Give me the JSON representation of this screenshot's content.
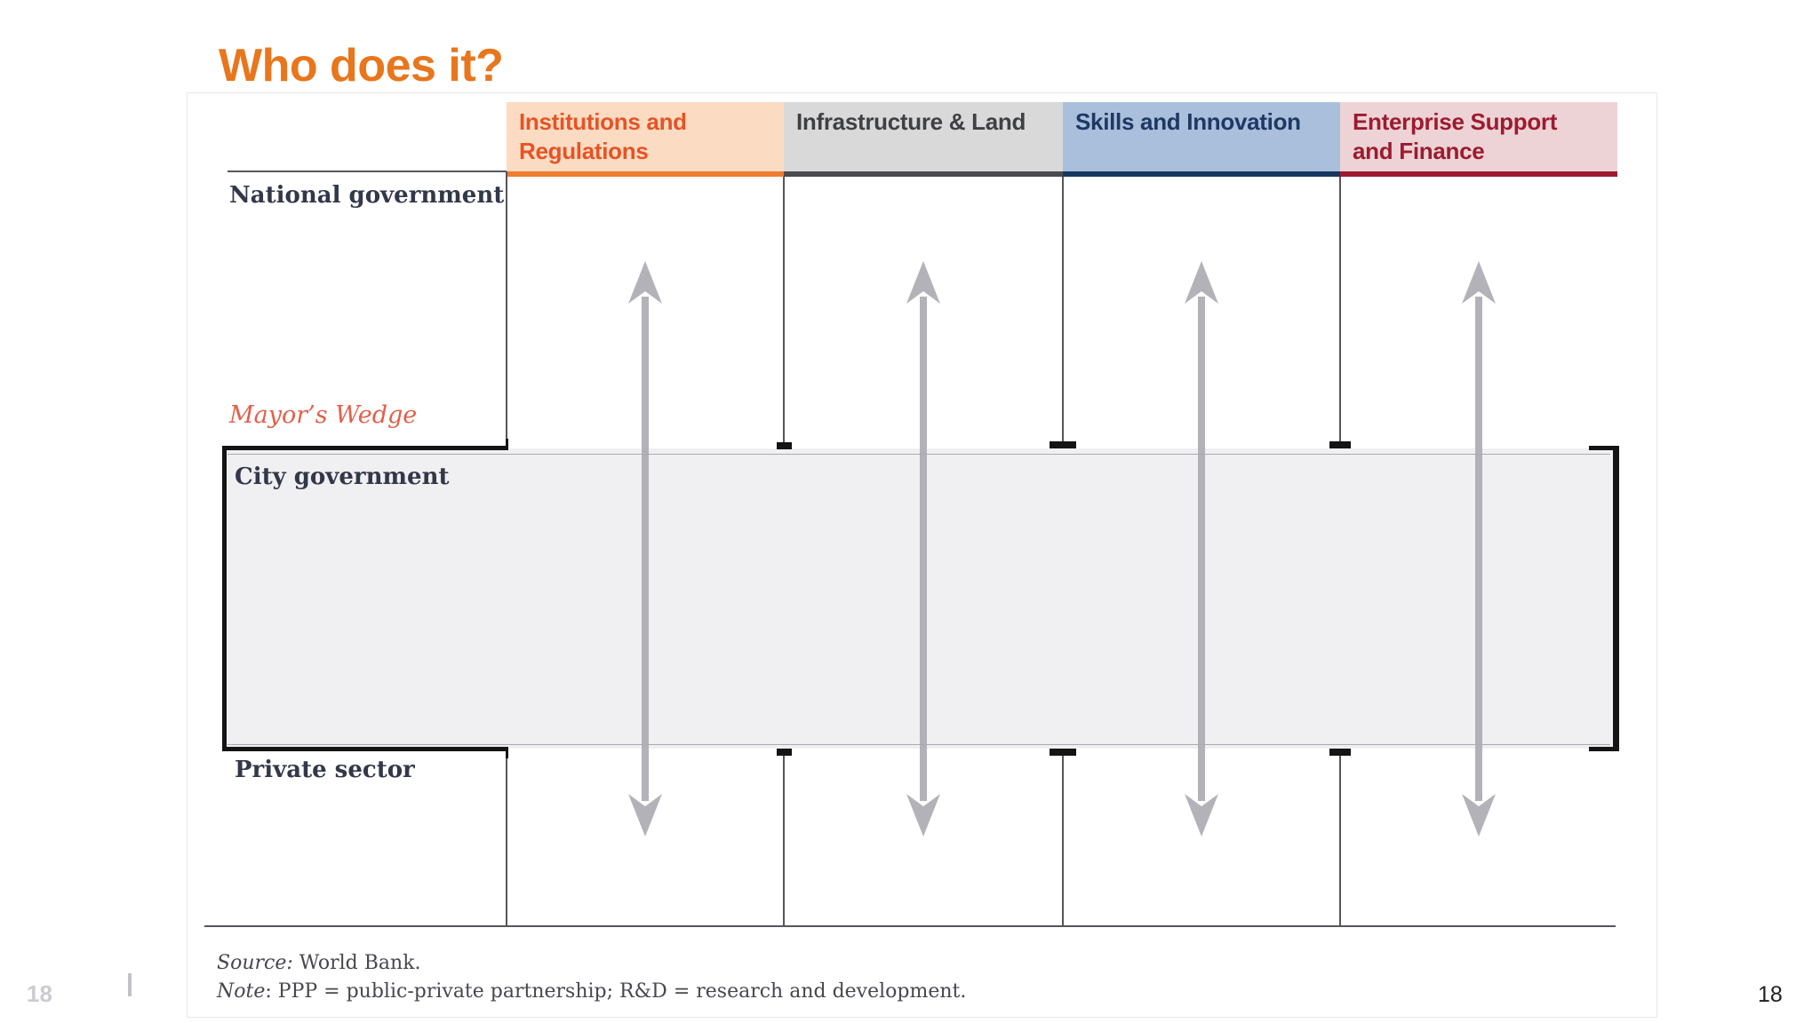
{
  "slide": {
    "title": "Who does it?",
    "page_number": "18",
    "ghost_page_number": "18"
  },
  "matrix": {
    "columns": [
      {
        "label": "Institutions and Regulations",
        "text_color": "#E65325",
        "bg_color": "#FBDCC3",
        "bar_color": "#ED7D31"
      },
      {
        "label": "Infrastructure & Land",
        "text_color": "#3F4043",
        "bg_color": "#D9D9DA",
        "bar_color": "#4B4B4E"
      },
      {
        "label": "Skills and Innovation",
        "text_color": "#1F3864",
        "bg_color": "#A9BFDB",
        "bar_color": "#16375F"
      },
      {
        "label": "Enterprise Support and Finance",
        "text_color": "#9C1B30",
        "bg_color": "#EED3D6",
        "bar_color": "#9C1B30"
      }
    ],
    "rows": [
      {
        "label": "National government"
      },
      {
        "label": "City government"
      },
      {
        "label": "Private sector"
      }
    ],
    "wedge_label": "Mayor’s Wedge",
    "wedge_band_color": "#F0EFF1",
    "arrow_icon": "double-headed-vertical-arrow",
    "arrow_count": "4"
  },
  "footer": {
    "source_prefix": "Source:",
    "source_text": " World Bank.",
    "note_prefix": "Note",
    "note_text": ": PPP = public-private partnership; R&D = research and development."
  }
}
